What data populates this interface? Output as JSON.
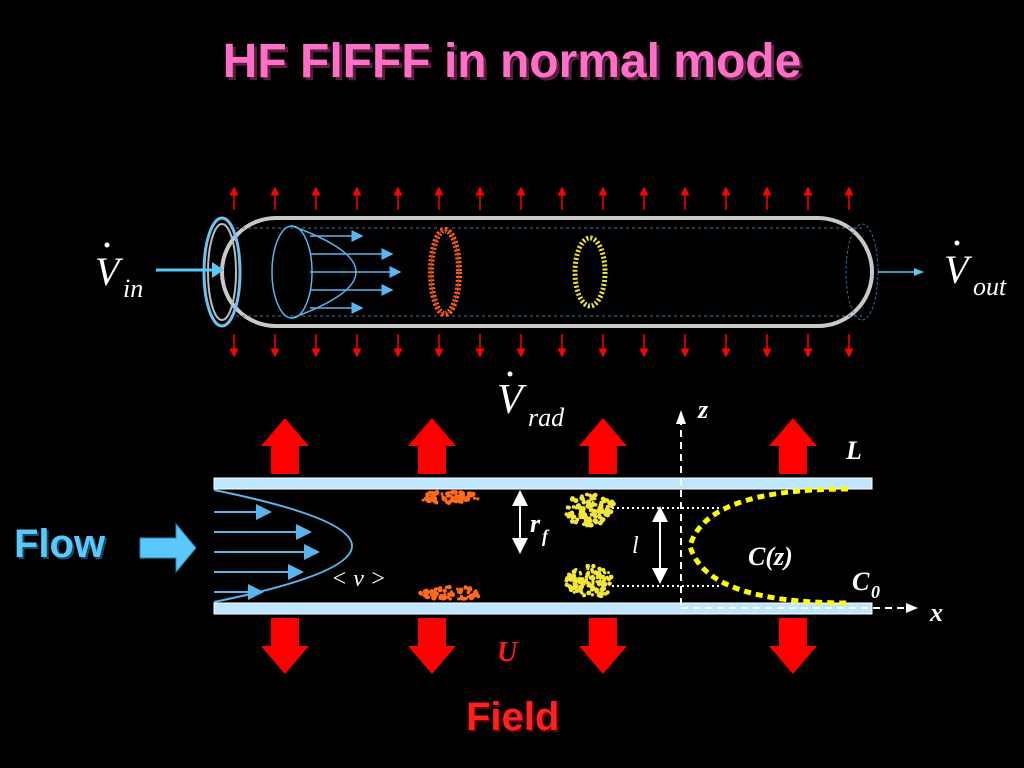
{
  "title": "HF FlFFF in normal mode",
  "colors": {
    "title": "#ff6ec7",
    "flow_label": "#5ac8fa",
    "field_label": "#ff2020",
    "arrow_red": "#ff0000",
    "channel_wall": "#bfe6ff",
    "tube_outline": "#c8c8c8",
    "tube_cap": "#6ec2f0",
    "flow_profile": "#5ab4ee",
    "zone_orange": "#ff6a1a",
    "zone_yellow": "#f2e63c",
    "dashed_yellow": "#ffff00",
    "text_white": "#ffffff"
  },
  "top_diagram": {
    "inlet_symbol": "V",
    "inlet_subscript": "in",
    "outlet_symbol": "V",
    "outlet_subscript": "out",
    "radial_symbol": "V",
    "radial_subscript": "rad"
  },
  "bottom_diagram": {
    "flow_label": "Flow",
    "mean_velocity": "< v >",
    "rf_main": "r",
    "rf_sub": "f",
    "l_label": "l",
    "cz_label": "C(z)",
    "c0_main": "C",
    "c0_sub": "0",
    "z_axis": "z",
    "x_axis": "x",
    "L_label": "L",
    "U_label": "U",
    "field_label": "Field"
  }
}
